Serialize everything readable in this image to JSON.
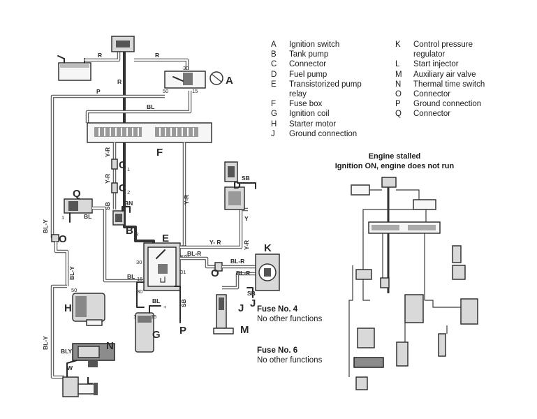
{
  "legend": {
    "left": [
      {
        "key": "A",
        "text": "Ignition switch"
      },
      {
        "key": "B",
        "text": "Tank pump"
      },
      {
        "key": "C",
        "text": "Connector"
      },
      {
        "key": "D",
        "text": "Fuel pump"
      },
      {
        "key": "E",
        "text": "Transistorized pump"
      },
      {
        "key": "",
        "text": "relay"
      },
      {
        "key": "F",
        "text": "Fuse box"
      },
      {
        "key": "G",
        "text": "Ignition coil"
      },
      {
        "key": "H",
        "text": "Starter motor"
      },
      {
        "key": "J",
        "text": "Ground connection"
      }
    ],
    "right": [
      {
        "key": "K",
        "text": "Control pressure"
      },
      {
        "key": "",
        "text": "regulator"
      },
      {
        "key": "L",
        "text": "Start injector"
      },
      {
        "key": "M",
        "text": "Auxiliary air valve"
      },
      {
        "key": "N",
        "text": "Thermal time switch"
      },
      {
        "key": "O",
        "text": "Connector"
      },
      {
        "key": "P",
        "text": "Ground connection"
      },
      {
        "key": "Q",
        "text": "Connector"
      }
    ]
  },
  "status": {
    "line1": "Engine stalled",
    "line2": "Ignition ON, engine does not run"
  },
  "notes": {
    "fuse4_title": "Fuse No. 4",
    "fuse4_text": "No other functions",
    "fuse6_title": "Fuse No. 6",
    "fuse6_text": "No other functions"
  },
  "component_labels": {
    "A": "A",
    "B": "B",
    "B_sub": "R",
    "C1": "C",
    "C1_sub": "1",
    "C2": "C",
    "C2_sub": "2",
    "D": "D",
    "E": "E",
    "F": "F",
    "G": "G",
    "H": "H",
    "J1": "J",
    "J2": "J",
    "K": "K",
    "L": "L",
    "M": "M",
    "N": "N",
    "O1": "O",
    "O2": "O",
    "P": "P",
    "Q": "Q"
  },
  "wire_labels": {
    "r_battery": "R",
    "r_top": "R",
    "r_main": "R",
    "p_top": "P",
    "bl_top": "BL",
    "yr_fuse": "Y-R",
    "yr_c": "Y-R",
    "yr_main": "Y-R",
    "sb_b": "SB",
    "bn_b": "BN",
    "bl_q": "BL",
    "bly_left": "BL-Y",
    "bly_mid": "BL-Y",
    "bly_low": "BL-Y",
    "bly_n": "BLY",
    "bl_mid": "BL",
    "bl_g": "BL",
    "sb_g": "SB",
    "w_n": "W",
    "yr_e": "Y- R",
    "yr_d": "Y-R",
    "y_d": "Y",
    "sb_d": "SB",
    "blr_e": "BL-R",
    "blr_o": "BL-R",
    "blr_k": "BL-R",
    "sb_j": "SB"
  },
  "terminals": {
    "a30": "30",
    "a50": "50",
    "a15": "15",
    "e82": "82",
    "e87b": "87b",
    "e30": "30",
    "e15": "15",
    "e31": "31",
    "e30b": "30",
    "g1": "1",
    "g15": "15",
    "g_plus": "+",
    "h50": "50",
    "q1": "1"
  }
}
